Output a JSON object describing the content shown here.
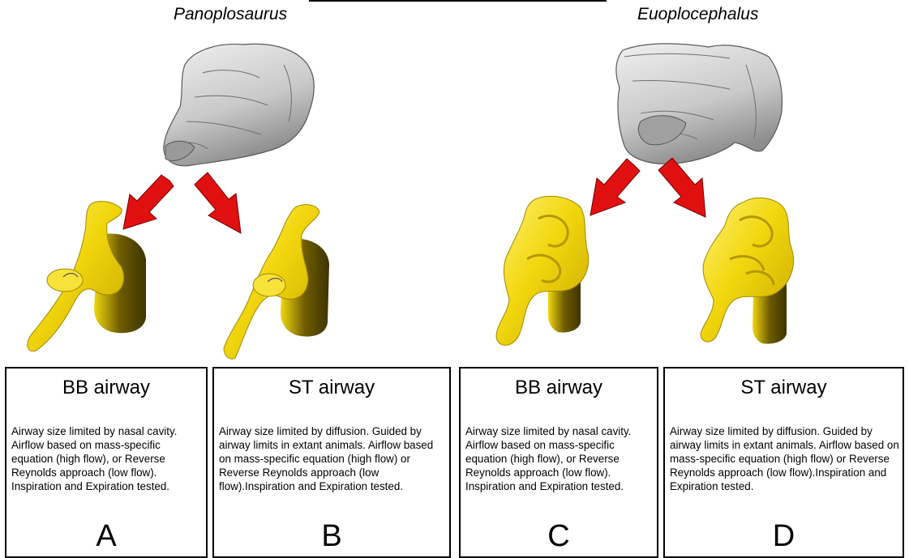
{
  "taxa": [
    "Panoplosaurus",
    "Euoplocephalus"
  ],
  "panels": [
    {
      "title": "BB airway",
      "description": "Airway size limited by nasal cavity. Airflow based on mass-specific equation (high flow), or Reverse Reynolds approach (low flow). Inspiration and Expiration tested.",
      "letter": "A"
    },
    {
      "title": "ST airway",
      "description": "Airway size limited by diffusion. Guided by airway limits in extant animals. Airflow based on mass-specific equation (high flow) or Reverse Reynolds approach (low flow).Inspiration and Expiration tested.",
      "letter": "B"
    },
    {
      "title": "BB airway",
      "description": "Airway size limited by nasal cavity. Airflow based on mass-specific equation (high flow), or Reverse Reynolds approach (low flow). Inspiration and Expiration tested.",
      "letter": "C"
    },
    {
      "title": "ST airway",
      "description": "Airway size limited by diffusion. Guided by airway limits in extant animals. Airflow based on mass-specific equation (high flow) or Reverse Reynolds approach (low flow).Inspiration and Expiration tested.",
      "letter": "D"
    }
  ],
  "colors": {
    "skull": "#d6d6d6",
    "skull_shadow": "#8a8a8a",
    "airway": "#f2d70e",
    "airway_shadow": "#9c8500",
    "arrow": "#e01010"
  }
}
